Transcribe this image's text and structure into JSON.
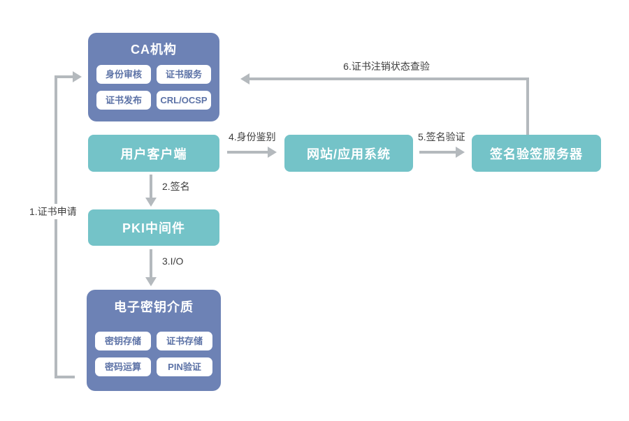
{
  "diagram": {
    "ca_box": {
      "title": "CA机构",
      "items": [
        "身份审核",
        "证书服务",
        "证书发布",
        "CRL/OCSP"
      ]
    },
    "user_client": {
      "title": "用户客户端"
    },
    "web_app": {
      "title": "网站/应用系统"
    },
    "sign_server": {
      "title": "签名验签服务器"
    },
    "pki_middleware": {
      "title": "PKI中间件"
    },
    "key_medium": {
      "title": "电子密钥介质",
      "items": [
        "密钥存储",
        "证书存储",
        "密码运算",
        "PIN验证"
      ]
    },
    "arrows": {
      "a1": "1.证书申请",
      "a2": "2.签名",
      "a3": "3.I/O",
      "a4": "4.身份鉴别",
      "a5": "5.签名验证",
      "a6": "6.证书注销状态查验"
    },
    "colors": {
      "primary_box": "#6d82b5",
      "secondary_box": "#74c3c8",
      "arrow": "#b4b9bd",
      "sub_box_text": "#5c72a6",
      "label_text": "#3d3d3d"
    }
  }
}
